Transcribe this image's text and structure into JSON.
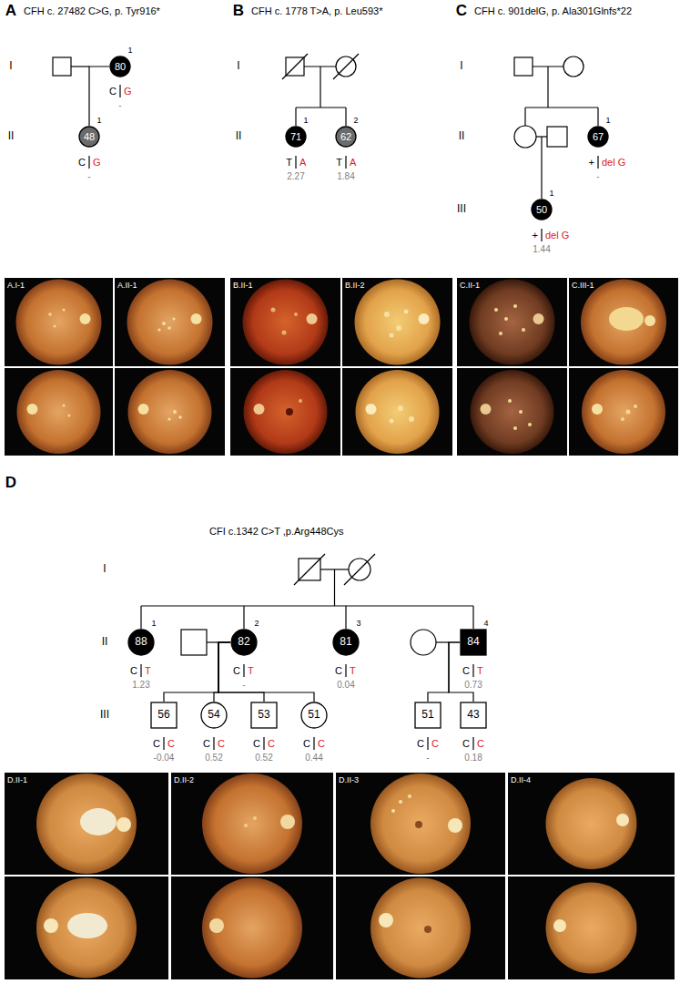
{
  "diagram": {
    "nodes": [
      {
        "text": [
          "80"
        ]
      },
      {
        "text": [
          "48"
        ]
      },
      {
        "text": [
          "71"
        ]
      },
      {
        "text": [
          "62"
        ]
      },
      {
        "text": [
          "67"
        ]
      },
      {
        "text": [
          "50"
        ]
      },
      {
        "text": [
          "88"
        ]
      },
      {
        "text": [
          "82"
        ]
      },
      {
        "text": [
          "81"
        ]
      },
      {
        "text": [
          "84"
        ]
      },
      {
        "text": [
          "56"
        ]
      },
      {
        "text": [
          "54"
        ]
      },
      {
        "text": [
          "53"
        ]
      },
      {
        "text": [
          "51"
        ]
      },
      {
        "text": [
          "51"
        ]
      },
      {
        "text": [
          "43"
        ]
      }
    ],
    "edges": [
      {
        "from": 0,
        "to": 1,
        "arrow": "none"
      },
      {
        "from": 7,
        "to": 10,
        "arrow": "none"
      },
      {
        "from": 7,
        "to": 11,
        "arrow": "none"
      },
      {
        "from": 7,
        "to": 12,
        "arrow": "none"
      },
      {
        "from": 7,
        "to": 13,
        "arrow": "none"
      },
      {
        "from": 9,
        "to": 14,
        "arrow": "none"
      },
      {
        "from": 9,
        "to": 15,
        "arrow": "none"
      }
    ],
    "labels": [
      "A",
      "CFH c. 27482 C>G, p. Tyr916*",
      "I",
      "II",
      "1",
      "C",
      "G",
      "-",
      "1",
      "C",
      "G",
      "-",
      "B",
      "CFH c. 1778 T>A, p. Leu593*",
      "I",
      "II",
      "1",
      "T",
      "A",
      "2.27",
      "2",
      "T",
      "A",
      "1.84",
      "C",
      "CFH c. 901delG, p. Ala301Glnfs*22",
      "I",
      "II",
      "III",
      "1",
      "+",
      "del G",
      "-",
      "1",
      "+",
      "del G",
      "1.44",
      "A.I-1",
      "A.II-1",
      "B.II-1",
      "B.II-2",
      "C.II-1",
      "C.III-1",
      "D",
      "CFI c.1342 C>T ,p.Arg448Cys",
      "I",
      "II",
      "III",
      "1",
      "C",
      "T",
      "1.23",
      "2",
      "C",
      "T",
      "-",
      "3",
      "C",
      "T",
      "0.04",
      "4",
      "C",
      "T",
      "0.73",
      "C",
      "C",
      "-0.04",
      "C",
      "C",
      "0.52",
      "C",
      "C",
      "0.52",
      "C",
      "C",
      "0.44",
      "C",
      "C",
      "-",
      "C",
      "C",
      "0.18",
      "D.II-1",
      "D.II-2",
      "D.II-3",
      "D.II-4"
    ]
  }
}
